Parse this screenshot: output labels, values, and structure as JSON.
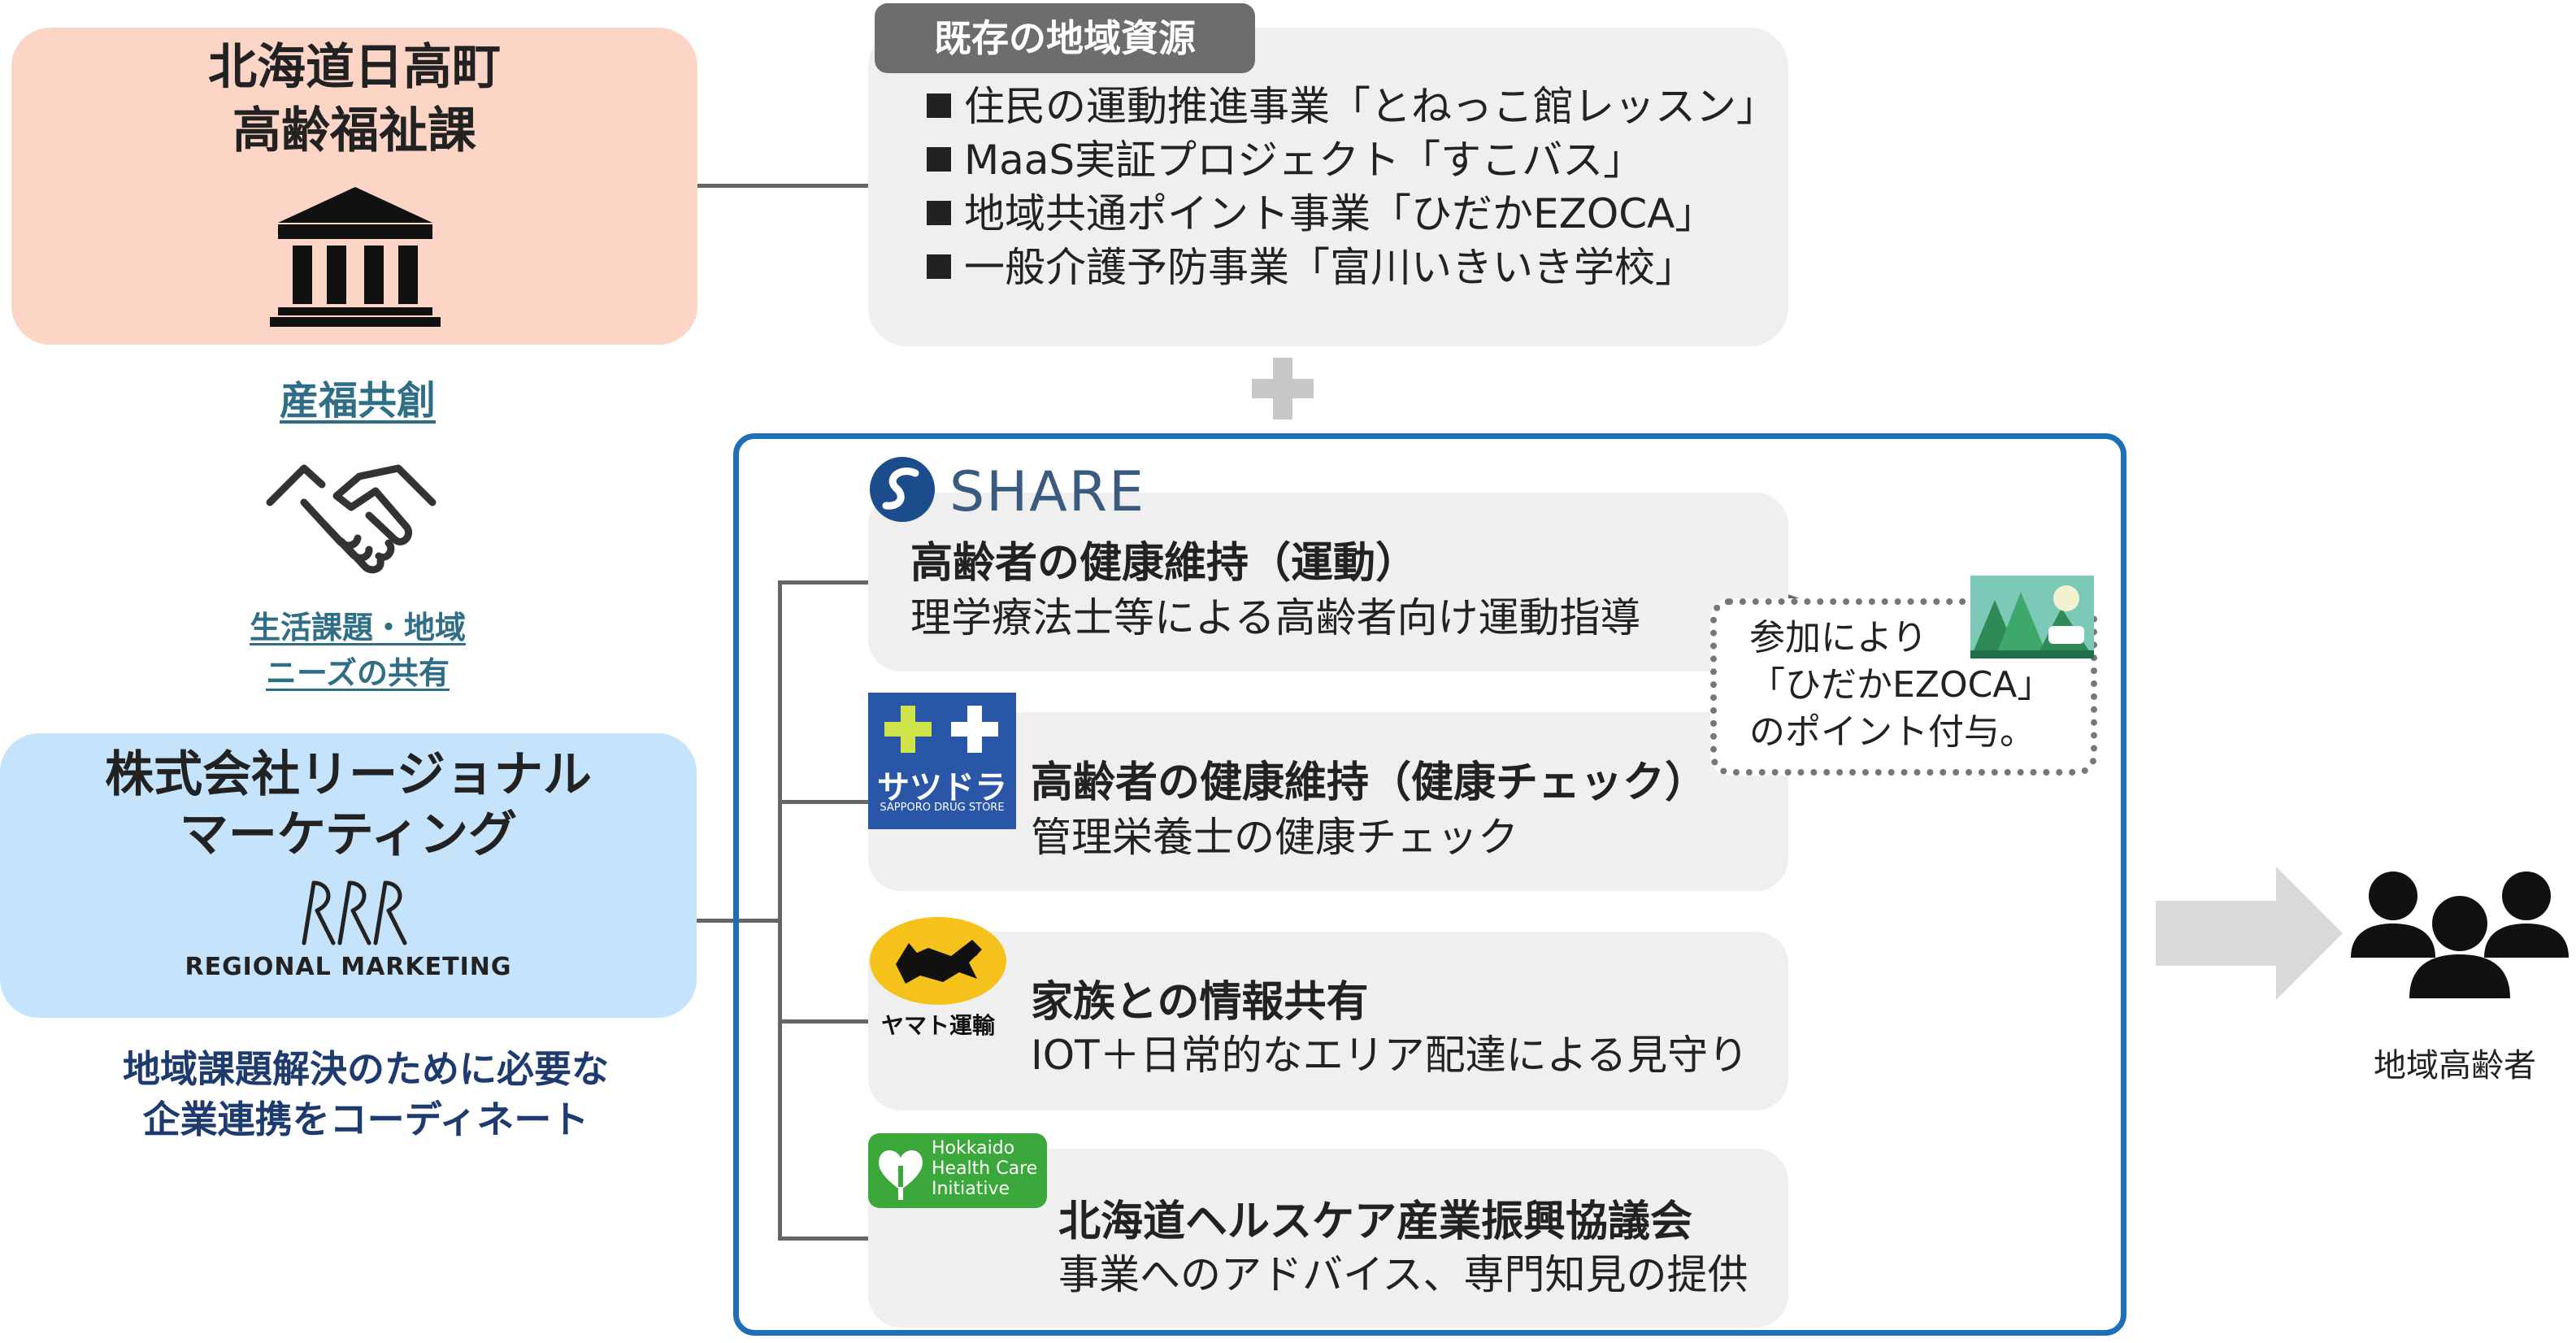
{
  "town": {
    "title_line1": "北海道日高町",
    "title_line2": "高齢福祉課",
    "icon": "government-building-icon"
  },
  "collaboration": {
    "label": "産福共創",
    "icon": "handshake-icon",
    "needs_line1": "生活課題・地域",
    "needs_line2": "ニーズの共有"
  },
  "regional_marketing": {
    "title_line1": "株式会社リージョナル",
    "title_line2": "マーケティング",
    "logo_text": "REGIONAL MARKETING",
    "coord_line1": "地域課題解決のために必要な",
    "coord_line2": "企業連携をコーディネート"
  },
  "resources": {
    "tag": "既存の地域資源",
    "items": [
      "住民の運動推進事業「とねっこ館レッスン」",
      "MaaS実証プロジェクト「すこバス」",
      "地域共通ポイント事業「ひだかEZOCA」",
      "一般介護予防事業「富川いきいき学校」"
    ]
  },
  "partners": [
    {
      "logo_text": "SHARE",
      "title": "高齢者の健康維持（運動）",
      "desc": "理学療法士等による高齢者向け運動指導"
    },
    {
      "logo_text": "サツドラ",
      "logo_subtext": "SAPPORO DRUG STORE",
      "title": "高齢者の健康維持（健康チェック）",
      "desc": "管理栄養士の健康チェック"
    },
    {
      "logo_text": "ヤマト運輸",
      "title": "家族との情報共有",
      "desc": "IOT＋日常的なエリア配達による見守り"
    },
    {
      "logo_line1": "Hokkaido",
      "logo_line2": "Health Care",
      "logo_line3": "Initiative",
      "title": "北海道ヘルスケア産業振興協議会",
      "desc": "事業へのアドバイス、専門知見の提供"
    }
  ],
  "callout": {
    "line1": "参加により",
    "line2": "「ひだかEZOCA」",
    "line3": "のポイント付与。"
  },
  "seniors": {
    "label": "地域高齢者",
    "icon": "people-group-icon"
  },
  "colors": {
    "town_bg": "#fcd5c7",
    "rm_bg": "#c5e3fb",
    "frame": "#1f6fb8",
    "card_bg": "#efefef",
    "accent_teal": "#2f6e86",
    "navy": "#1d3b6e"
  }
}
